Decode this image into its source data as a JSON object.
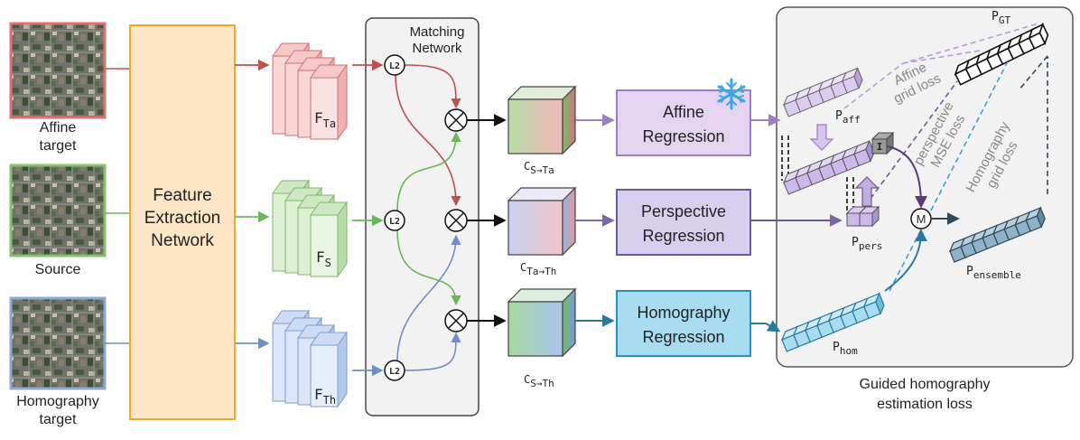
{
  "inputs": {
    "affine": {
      "line1": "Affine",
      "line2": "target",
      "color": "#e07070"
    },
    "source": {
      "line1": "Source",
      "color": "#82c46c"
    },
    "homography": {
      "line1": "Homography",
      "line2": "target",
      "color": "#8aa9d8"
    }
  },
  "feature_extraction": {
    "line1": "Feature",
    "line2": "Extraction",
    "line3": "Network",
    "fill": "#fde5c5",
    "stroke": "#f0a830"
  },
  "features": {
    "ta": {
      "base": "F",
      "sub": "Ta"
    },
    "s": {
      "base": "F",
      "sub": "S"
    },
    "th": {
      "base": "F",
      "sub": "Th"
    }
  },
  "matching": {
    "line1": "Matching",
    "line2": "Network",
    "l2": "L2"
  },
  "correlations": {
    "c1": {
      "base": "C",
      "sub": "S→Ta"
    },
    "c2": {
      "base": "C",
      "sub": "Ta→Th"
    },
    "c3": {
      "base": "C",
      "sub": "S→Th"
    }
  },
  "regressions": {
    "affine": {
      "line1": "Affine",
      "line2": "Regression",
      "fill": "#e4d4f0",
      "stroke": "#9c7cc4"
    },
    "perspective": {
      "line1": "Perspective",
      "line2": "Regression",
      "fill": "#d8cfee",
      "stroke": "#6a5a9a"
    },
    "homography": {
      "line1": "Homography",
      "line2": "Regression",
      "fill": "#a8dcf0",
      "stroke": "#2a90b8"
    }
  },
  "loss_panel": {
    "p_gt": {
      "base": "P",
      "sub": "GT"
    },
    "p_aff": {
      "base": "P",
      "sub": "aff"
    },
    "p_pers": {
      "base": "P",
      "sub": "pers"
    },
    "p_hom": {
      "base": "P",
      "sub": "hom"
    },
    "p_ensemble": {
      "base": "P",
      "sub": "ensemble"
    },
    "identity": "I",
    "merge": "M",
    "affine_loss": {
      "line1": "Affine",
      "line2": "grid loss"
    },
    "perspective_loss": {
      "line1": "perspective",
      "line2": "MSE loss"
    },
    "homography_loss": {
      "line1": "Homography",
      "line2": "grid loss"
    },
    "caption_line1": "Guided homography",
    "caption_line2": "estimation loss"
  }
}
